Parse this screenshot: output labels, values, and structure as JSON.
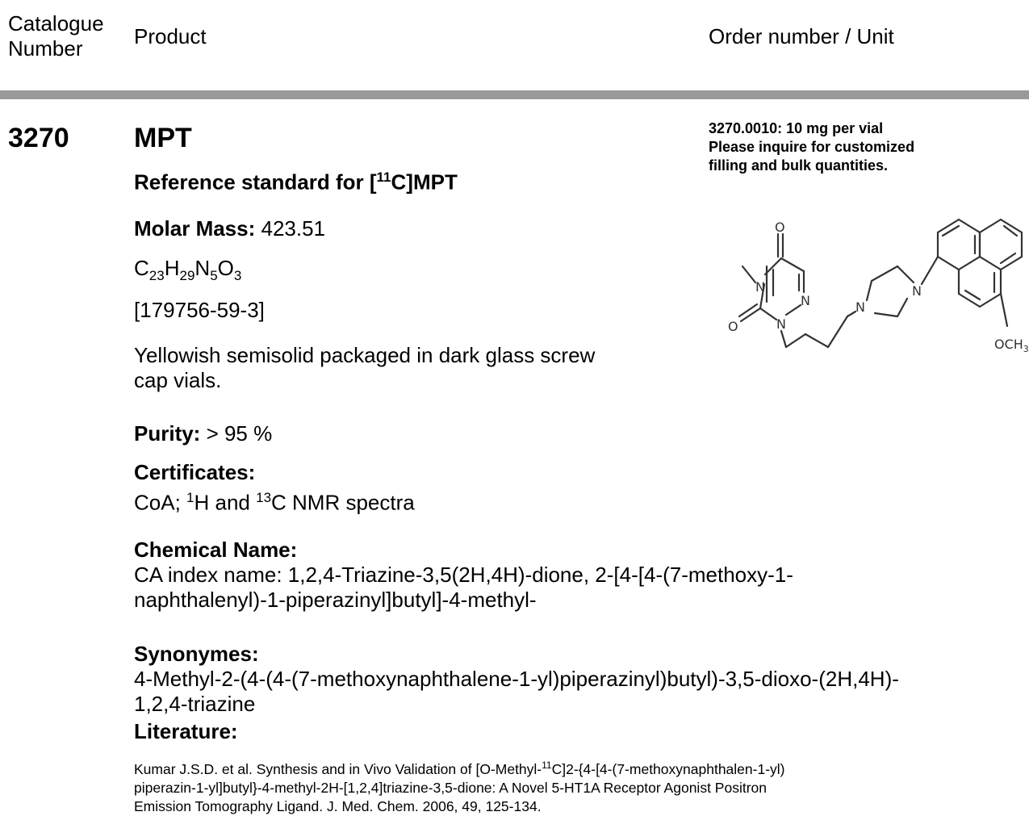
{
  "header": {
    "catalogue_line1": "Catalogue",
    "catalogue_line2": "Number",
    "product": "Product",
    "order_unit": "Order number / Unit"
  },
  "product": {
    "catalogue_number": "3270",
    "name": "MPT",
    "subtitle_prefix": "Reference standard for [",
    "subtitle_sup": "11",
    "subtitle_suffix": "C]MPT",
    "molar_mass_label": "Molar Mass:",
    "molar_mass_value": " 423.51",
    "formula": {
      "c": "C",
      "c_n": "23",
      "h": "H",
      "h_n": "29",
      "n": "N",
      "n_n": "5",
      "o": "O",
      "o_n": "3"
    },
    "cas": "[179756-59-3]",
    "description_line1": "Yellowish semisolid packaged in dark glass screw",
    "description_line2": "cap vials.",
    "purity_label": "Purity:",
    "purity_value": " > 95 %",
    "certificates_label": "Certificates:",
    "certificates": {
      "part1": "CoA; ",
      "sup1": "1",
      "part2": "H and ",
      "sup2": "13",
      "part3": "C NMR spectra"
    },
    "chemical_name_label": "Chemical Name:",
    "chemical_name_line1": "CA index name: 1,2,4-Triazine-3,5(2H,4H)-dione, 2-[4-[4-(7-methoxy-1-",
    "chemical_name_line2": "naphthalenyl)-1-piperazinyl]butyl]-4-methyl-",
    "synonymes_label": "Synonymes:",
    "synonymes_line1": "4-Methyl-2-(4-(4-(7-methoxynaphthalene-1-yl)piperazinyl)butyl)-3,5-dioxo-(2H,4H)-",
    "synonymes_line2": "1,2,4-triazine",
    "literature_label": "Literature:",
    "literature": {
      "part1": "Kumar J.S.D. et al. Synthesis and in Vivo Validation of [O-Methyl-",
      "sup": "11",
      "part2": "C]2-{4-[4-(7-methoxynaphthalen-1-yl)",
      "line2": "piperazin-1-yl]butyl}-4-methyl-2H-[1,2,4]triazine-3,5-dione: A Novel 5-HT1A Receptor Agonist Positron",
      "line3": "Emission Tomography Ligand. J. Med. Chem. 2006, 49, 125-134."
    }
  },
  "order": {
    "line1": "3270.0010: 10 mg per vial",
    "line2": "Please inquire for customized",
    "line3": "filling and bulk quantities."
  },
  "structure_labels": {
    "o_top": "O",
    "o_left": "O",
    "n1": "N",
    "n2": "N",
    "n3": "N",
    "n4": "N",
    "n5": "N",
    "och3_main": "OCH",
    "och3_sub": "3"
  }
}
